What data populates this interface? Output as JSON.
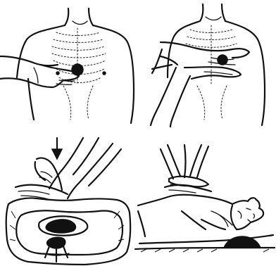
{
  "figure": {
    "panels": [
      {
        "name": "hand-position-locate"
      },
      {
        "name": "hand-position-stacked"
      },
      {
        "name": "compression-cross-section"
      },
      {
        "name": "compression-side-view"
      }
    ],
    "colors": {
      "ink": "#111111",
      "background": "#ffffff"
    },
    "icons": {
      "arrow": "down-arrow-icon"
    }
  }
}
